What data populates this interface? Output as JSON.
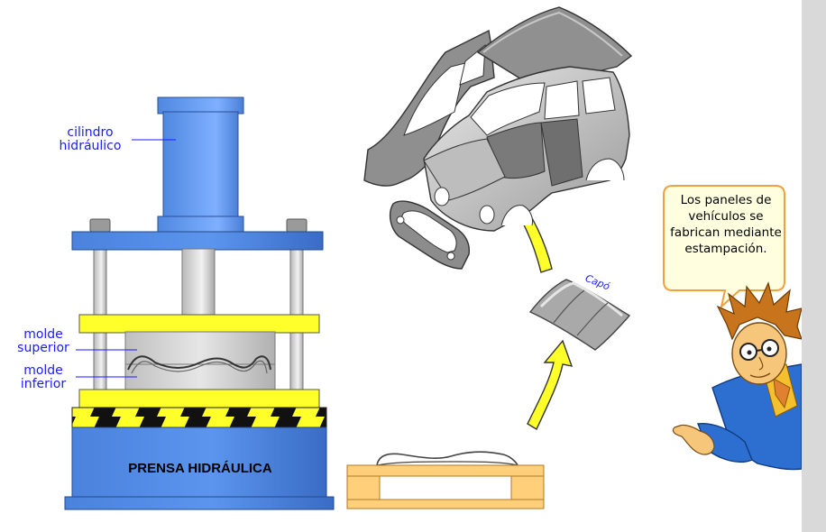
{
  "labels": {
    "cylinder": "cilindro\nhidráulico",
    "upper_mold": "molde\nsuperior",
    "lower_mold": "molde\ninferior",
    "press": "PRENSA HIDRÁULICA",
    "hood": "Capó"
  },
  "speech_bubble": "Los paneles de vehículos se fabrican mediante estampación.",
  "colors": {
    "press_blue": "#4f88e0",
    "plate_yellow": "#ffff2a",
    "arrow_yellow": "#ffff2a",
    "pallet_orange": "#ffcf7a",
    "label_blue": "#1a1aff",
    "bubble_fill": "#ffffe0",
    "bubble_border": "#f0a040"
  }
}
